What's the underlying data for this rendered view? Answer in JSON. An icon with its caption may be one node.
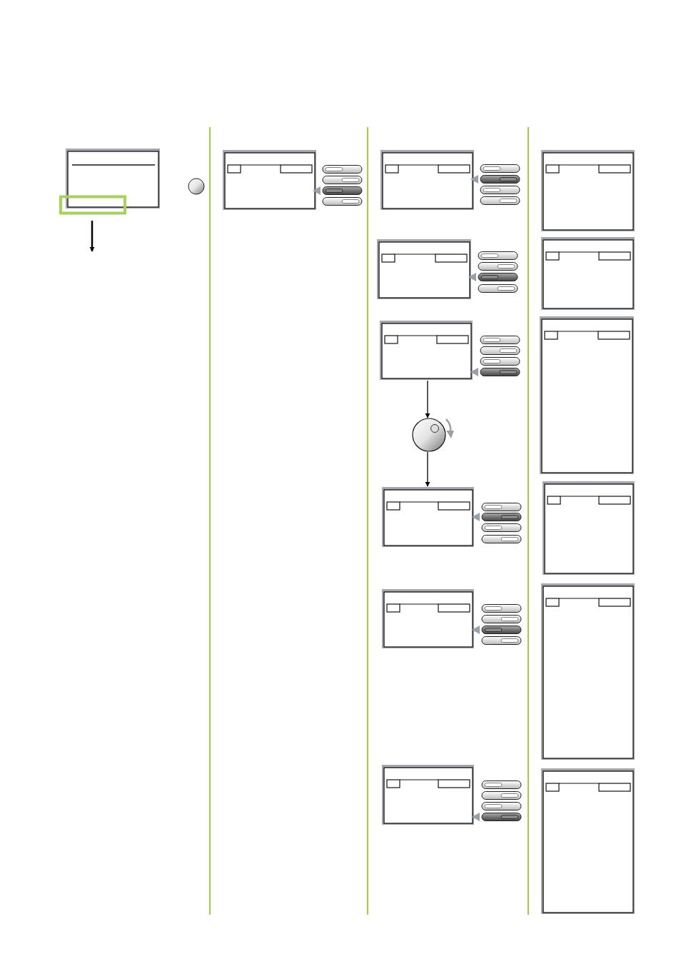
{
  "diagram": {
    "nodes": [
      {
        "text": [],
        "shape": "box"
      },
      {
        "text": [],
        "shape": "box"
      },
      {
        "text": [],
        "shape": "box"
      },
      {
        "text": [],
        "shape": "box"
      },
      {
        "text": [],
        "shape": "box"
      },
      {
        "text": [],
        "shape": "circle"
      },
      {
        "text": [],
        "shape": "box"
      },
      {
        "text": [],
        "shape": "box"
      },
      {
        "text": [],
        "shape": "box"
      },
      {
        "text": [],
        "shape": "box"
      },
      {
        "text": [],
        "shape": "box"
      },
      {
        "text": [],
        "shape": "box"
      },
      {
        "text": [],
        "shape": "box"
      },
      {
        "text": [],
        "shape": "box"
      },
      {
        "text": [],
        "shape": "box"
      }
    ],
    "edges": [
      {
        "from": 0,
        "to": null,
        "arrow": "to"
      },
      {
        "from": 4,
        "to": 5,
        "arrow": "to"
      },
      {
        "from": 5,
        "to": 6,
        "arrow": "to"
      }
    ]
  }
}
